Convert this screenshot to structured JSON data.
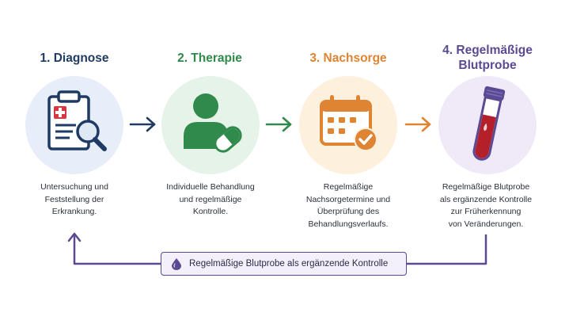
{
  "steps": [
    {
      "title": "1. Diagnose",
      "description": [
        "Untersuchung und",
        "Feststellung der",
        "Erkrankung."
      ],
      "icon": "clipboard-magnifier-icon",
      "color": "#1f3b63",
      "bg": "#e7eef9"
    },
    {
      "title": "2. Therapie",
      "description": [
        "Individuelle Behandlung",
        "und regelmäßige",
        "Kontrolle."
      ],
      "icon": "person-pill-icon",
      "color": "#2f8a4b",
      "bg": "#e6f3e8"
    },
    {
      "title": "3. Nachsorge",
      "description": [
        "Regelmäßige",
        "Nachsorgetermine und",
        "Überprüfung des",
        "Behandlungsverlaufs."
      ],
      "icon": "calendar-check-icon",
      "color": "#de8433",
      "bg": "#fdf0dc"
    },
    {
      "title": [
        "4. Regelmäßige",
        "Blutprobe"
      ],
      "description": [
        "Regelmäßige Blutprobe",
        "als ergänzende Kontrolle",
        "zur Früherkennung",
        "von Veränderungen."
      ],
      "icon": "blood-tube-icon",
      "color": "#5b4a93",
      "bg": "#efe9f8"
    }
  ],
  "loop_label": "Regelmäßige Blutprobe als ergänzende Kontrolle",
  "colors": {
    "arrow_1": "#1f3b63",
    "arrow_2": "#2f8a4b",
    "arrow_3": "#de8433",
    "loop": "#5b4a93",
    "blood": "#b3202a"
  }
}
